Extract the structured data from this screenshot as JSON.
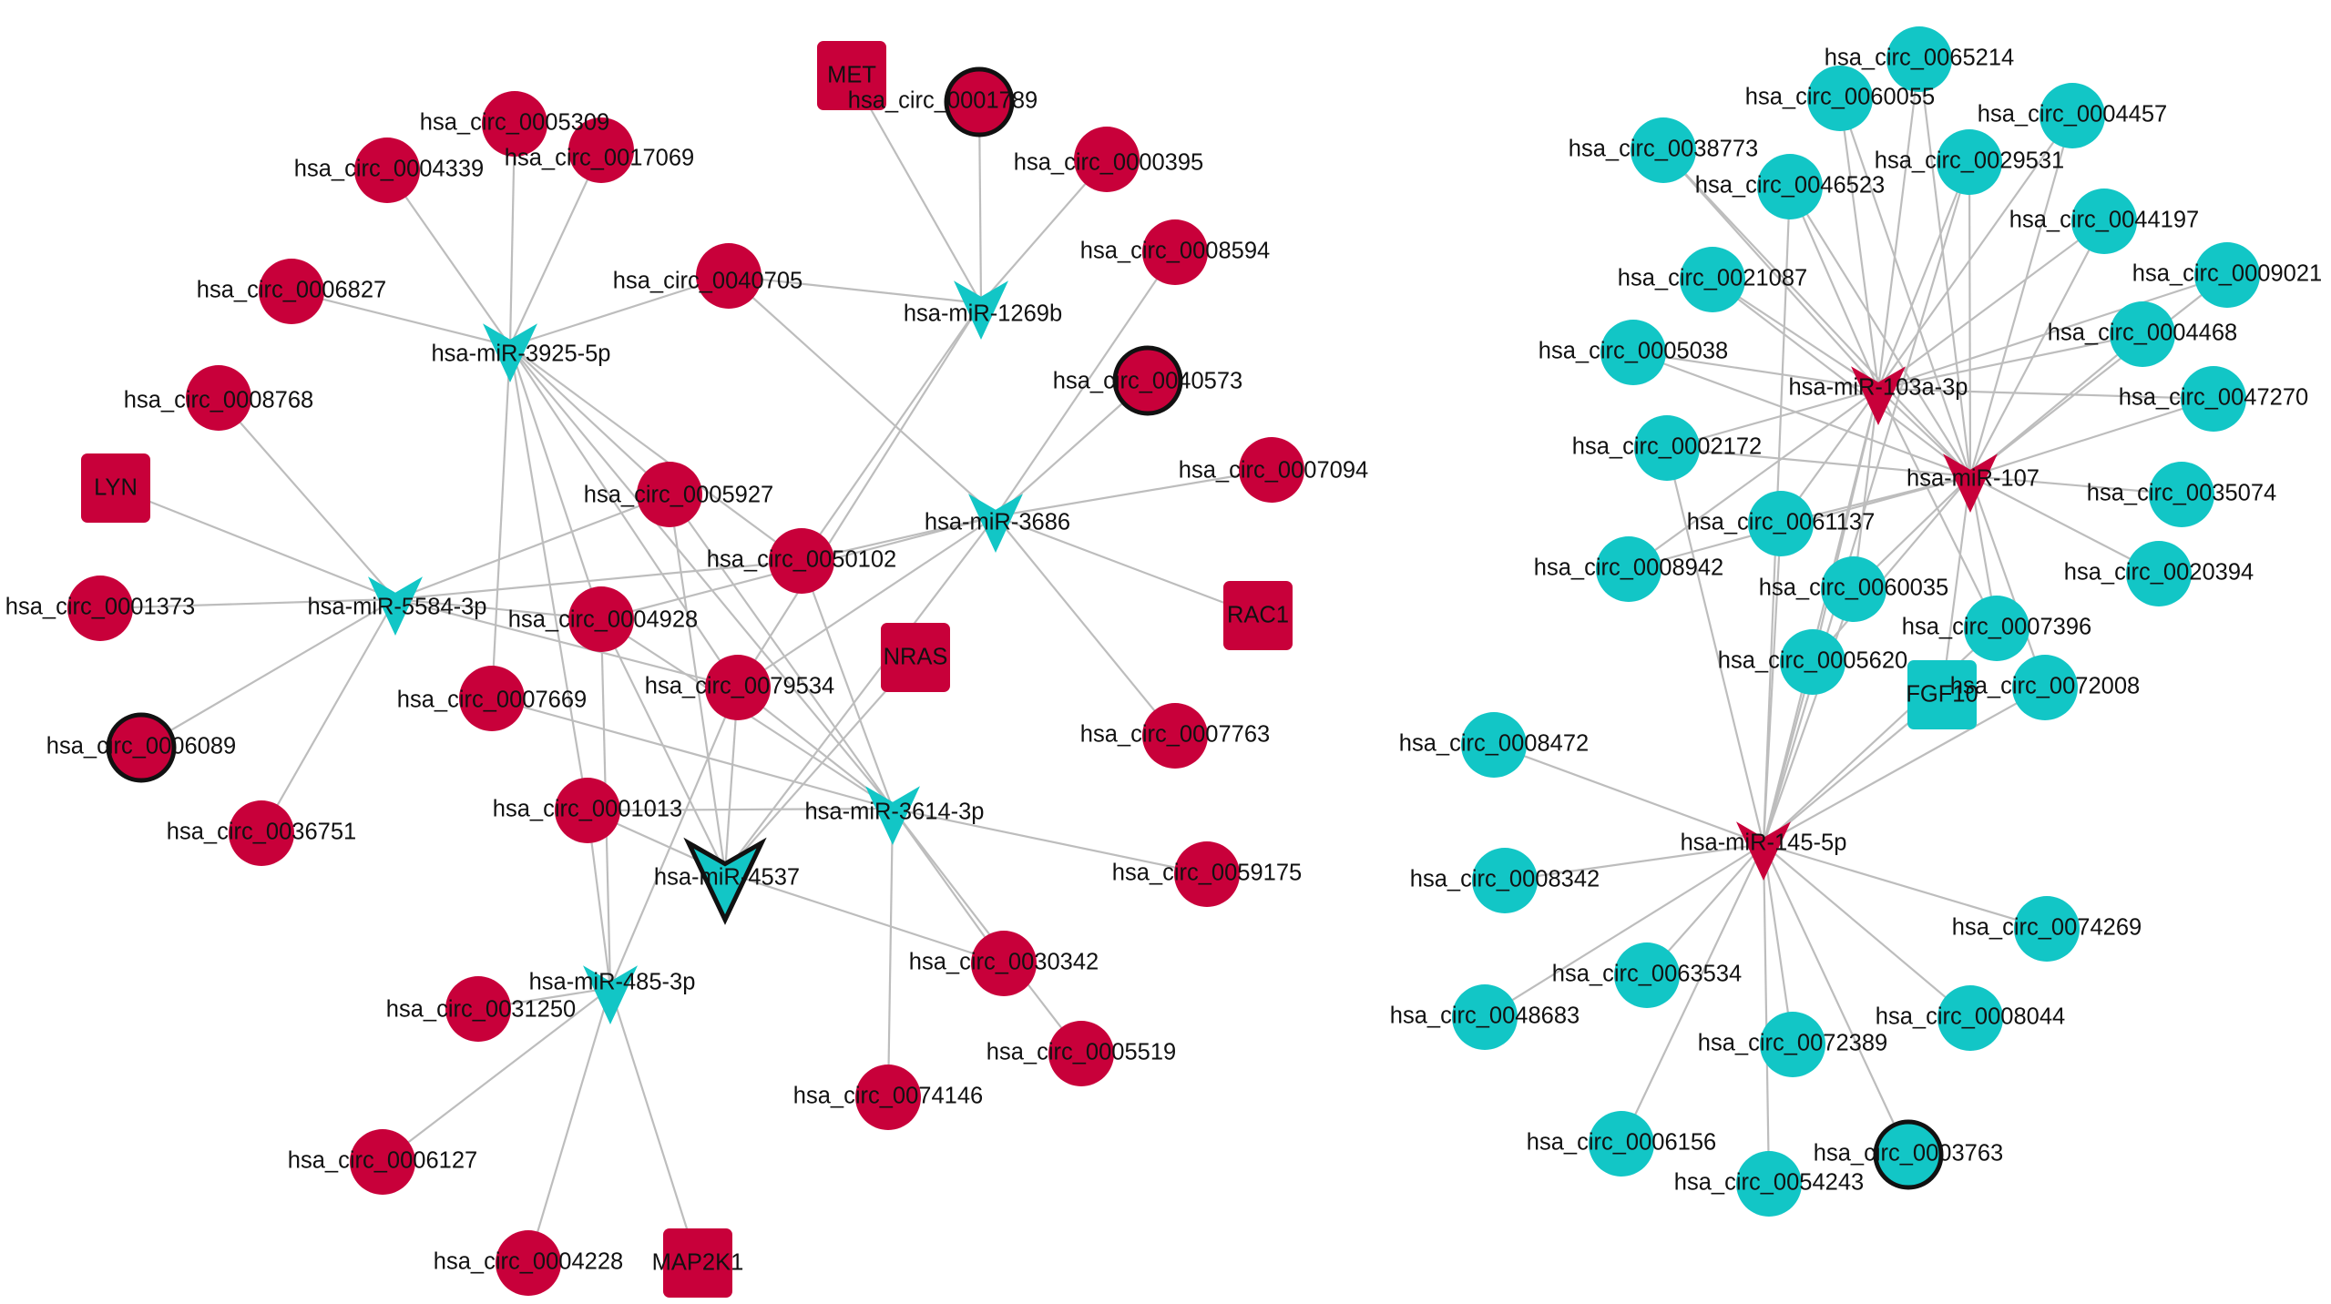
{
  "colors": {
    "circ_red": "#c8003a",
    "mir_cyan": "#12c6c6",
    "edge": "#bdbdbd",
    "highlight_border": "#111111",
    "label": "#111111"
  },
  "networks": [
    {
      "mirnas": [
        {
          "id": "m3925",
          "label": "hsa-miR-3925-5p"
        },
        {
          "id": "m1269",
          "label": "hsa-miR-1269b"
        },
        {
          "id": "m5584",
          "label": "hsa-miR-5584-3p"
        },
        {
          "id": "m3686",
          "label": "hsa-miR-3686"
        },
        {
          "id": "m3614",
          "label": "hsa-miR-3614-3p"
        },
        {
          "id": "m4537",
          "label": "hsa-miR-4537",
          "highlighted": true
        },
        {
          "id": "m485",
          "label": "hsa-miR-485-3p"
        }
      ],
      "circrnas": [
        {
          "id": "c0005309",
          "label": "hsa_circ_0005309"
        },
        {
          "id": "c0004339",
          "label": "hsa_circ_0004339"
        },
        {
          "id": "c0017069",
          "label": "hsa_circ_0017069"
        },
        {
          "id": "c0001789",
          "label": "hsa_circ_0001789",
          "highlighted": true
        },
        {
          "id": "c0000395",
          "label": "hsa_circ_0000395"
        },
        {
          "id": "c0006827",
          "label": "hsa_circ_0006827"
        },
        {
          "id": "c0040705",
          "label": "hsa_circ_0040705"
        },
        {
          "id": "c0008594",
          "label": "hsa_circ_0008594"
        },
        {
          "id": "c0040573",
          "label": "hsa_circ_0040573",
          "highlighted": true
        },
        {
          "id": "c0008768",
          "label": "hsa_circ_0008768"
        },
        {
          "id": "c0007094",
          "label": "hsa_circ_0007094"
        },
        {
          "id": "c0005927",
          "label": "hsa_circ_0005927"
        },
        {
          "id": "c0050102",
          "label": "hsa_circ_0050102"
        },
        {
          "id": "c0001373",
          "label": "hsa_circ_0001373"
        },
        {
          "id": "c0004928",
          "label": "hsa_circ_0004928"
        },
        {
          "id": "c0079534",
          "label": "hsa_circ_0079534"
        },
        {
          "id": "c0007669",
          "label": "hsa_circ_0007669"
        },
        {
          "id": "c0006089",
          "label": "hsa_circ_0006089",
          "highlighted": true
        },
        {
          "id": "c0007763",
          "label": "hsa_circ_0007763"
        },
        {
          "id": "c0001013",
          "label": "hsa_circ_0001013"
        },
        {
          "id": "c0036751",
          "label": "hsa_circ_0036751"
        },
        {
          "id": "c0059175",
          "label": "hsa_circ_0059175"
        },
        {
          "id": "c0030342",
          "label": "hsa_circ_0030342"
        },
        {
          "id": "c0031250",
          "label": "hsa_circ_0031250"
        },
        {
          "id": "c0005519",
          "label": "hsa_circ_0005519"
        },
        {
          "id": "c0074146",
          "label": "hsa_circ_0074146"
        },
        {
          "id": "c0006127",
          "label": "hsa_circ_0006127"
        },
        {
          "id": "c0004228",
          "label": "hsa_circ_0004228"
        }
      ],
      "genes": [
        {
          "id": "gMET",
          "label": "MET"
        },
        {
          "id": "gLYN",
          "label": "LYN"
        },
        {
          "id": "gRAC1",
          "label": "RAC1"
        },
        {
          "id": "gNRAS",
          "label": "NRAS"
        },
        {
          "id": "gMAP2K1",
          "label": "MAP2K1"
        }
      ]
    },
    {
      "mirnas": [
        {
          "id": "m103a",
          "label": "hsa-miR-103a-3p"
        },
        {
          "id": "m107",
          "label": "hsa-miR-107"
        },
        {
          "id": "m145",
          "label": "hsa-miR-145-5p"
        }
      ],
      "circrnas": [
        {
          "id": "d0065214",
          "label": "hsa_circ_0065214"
        },
        {
          "id": "d0060055",
          "label": "hsa_circ_0060055"
        },
        {
          "id": "d0004457",
          "label": "hsa_circ_0004457"
        },
        {
          "id": "d0038773",
          "label": "hsa_circ_0038773"
        },
        {
          "id": "d0029531",
          "label": "hsa_circ_0029531"
        },
        {
          "id": "d0046523",
          "label": "hsa_circ_0046523"
        },
        {
          "id": "d0044197",
          "label": "hsa_circ_0044197"
        },
        {
          "id": "d0009021",
          "label": "hsa_circ_0009021"
        },
        {
          "id": "d0021087",
          "label": "hsa_circ_0021087"
        },
        {
          "id": "d0004468",
          "label": "hsa_circ_0004468"
        },
        {
          "id": "d0005038",
          "label": "hsa_circ_0005038"
        },
        {
          "id": "d0047270",
          "label": "hsa_circ_0047270"
        },
        {
          "id": "d0002172",
          "label": "hsa_circ_0002172"
        },
        {
          "id": "d0035074",
          "label": "hsa_circ_0035074"
        },
        {
          "id": "d0061137",
          "label": "hsa_circ_0061137"
        },
        {
          "id": "d0008942",
          "label": "hsa_circ_0008942"
        },
        {
          "id": "d0020394",
          "label": "hsa_circ_0020394"
        },
        {
          "id": "d0060035",
          "label": "hsa_circ_0060035"
        },
        {
          "id": "d0007396",
          "label": "hsa_circ_0007396"
        },
        {
          "id": "d0005620",
          "label": "hsa_circ_0005620"
        },
        {
          "id": "d0072008",
          "label": "hsa_circ_0072008"
        },
        {
          "id": "d0008472",
          "label": "hsa_circ_0008472"
        },
        {
          "id": "d0008342",
          "label": "hsa_circ_0008342"
        },
        {
          "id": "d0074269",
          "label": "hsa_circ_0074269"
        },
        {
          "id": "d0063534",
          "label": "hsa_circ_0063534"
        },
        {
          "id": "d0048683",
          "label": "hsa_circ_0048683"
        },
        {
          "id": "d0008044",
          "label": "hsa_circ_0008044"
        },
        {
          "id": "d0072389",
          "label": "hsa_circ_0072389"
        },
        {
          "id": "d0006156",
          "label": "hsa_circ_0006156"
        },
        {
          "id": "d0003763",
          "label": "hsa_circ_0003763",
          "highlighted": true
        },
        {
          "id": "d0054243",
          "label": "hsa_circ_0054243"
        }
      ],
      "genes": [
        {
          "id": "gFGF10",
          "label": "FGF10"
        }
      ]
    }
  ]
}
